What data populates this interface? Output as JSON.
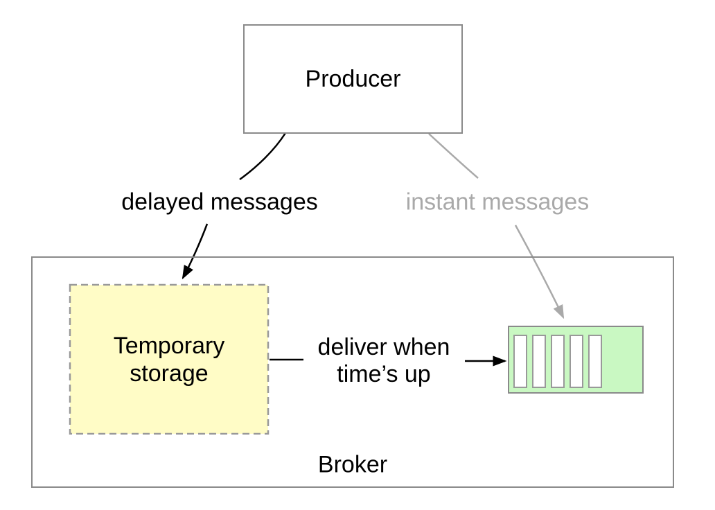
{
  "diagram": {
    "nodes": {
      "producer": {
        "label": "Producer"
      },
      "broker": {
        "label": "Broker"
      },
      "temporary_storage": {
        "lines": [
          "Temporary",
          "storage"
        ]
      },
      "queue": {
        "slot_count": 5
      }
    },
    "edges": {
      "delayed": {
        "label": "delayed messages",
        "from": "Producer",
        "to": "Temporary storage",
        "color": "#000000"
      },
      "instant": {
        "label": "instant messages",
        "from": "Producer",
        "to": "queue",
        "color": "#a9a9a9"
      },
      "deliver": {
        "lines": [
          "deliver when",
          "time’s up"
        ],
        "from": "Temporary storage",
        "to": "queue",
        "color": "#000000"
      }
    },
    "colors": {
      "background": "#ffffff",
      "box_border_gray": "#8a8a8a",
      "storage_fill": "#fffcc6",
      "storage_border": "#999999",
      "queue_fill": "#c9f8c2",
      "instant_gray": "#a9a9a9",
      "text_black": "#000000"
    }
  }
}
